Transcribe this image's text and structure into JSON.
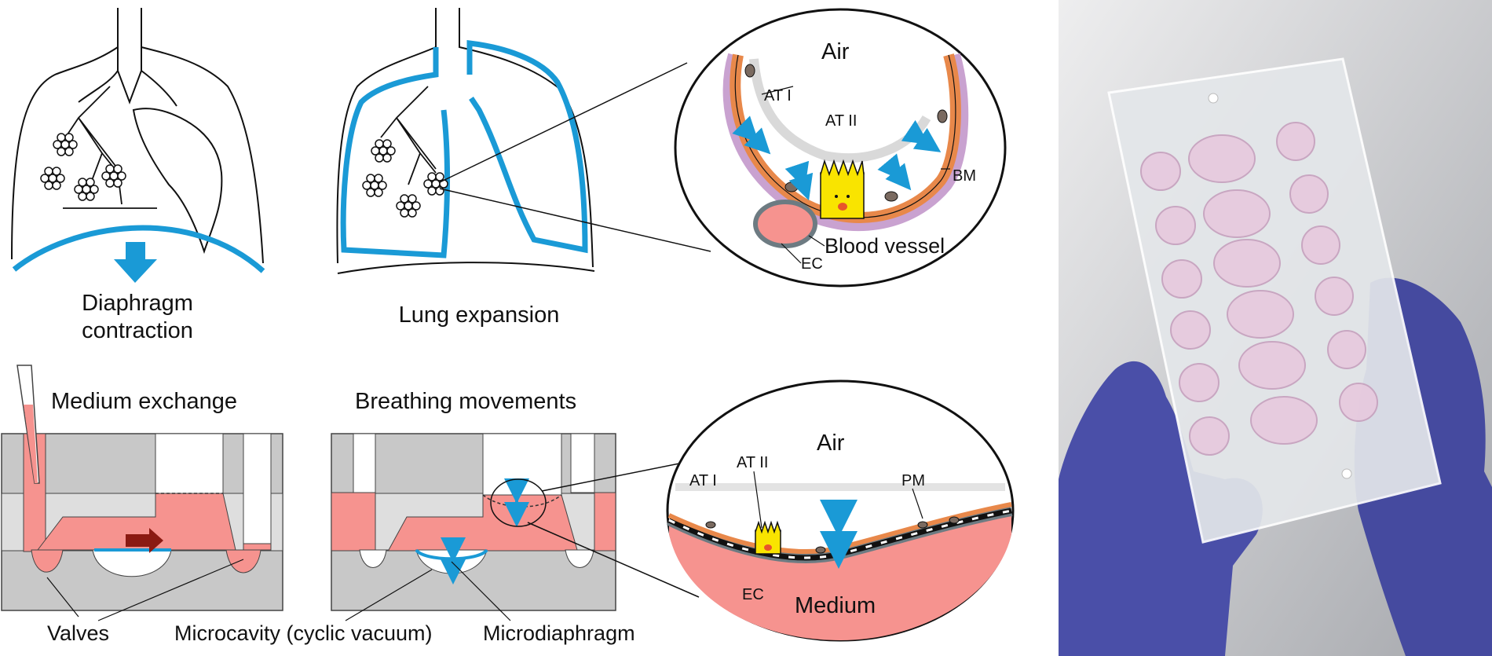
{
  "panels": {
    "lung_contracted": {
      "caption_line1": "Diaphragm",
      "caption_line2": "contraction"
    },
    "lung_expanded": {
      "caption": "Lung expansion"
    },
    "alveolus_zoom": {
      "air": "Air",
      "at1": "AT I",
      "at2": "AT II",
      "bm": "BM",
      "vessel": "Blood vessel",
      "ec": "EC"
    },
    "device_medium": {
      "title": "Medium exchange"
    },
    "device_breathing": {
      "title": "Breathing movements"
    },
    "chip_zoom": {
      "air": "Air",
      "at1": "AT I",
      "at2": "AT II",
      "pm": "PM",
      "ec": "EC",
      "medium": "Medium"
    },
    "bottom_labels": {
      "valves": "Valves",
      "microcavity": "Microcavity (cyclic vacuum)",
      "microdiaphragm": "Microdiaphragm"
    }
  },
  "colors": {
    "blue": "#1a9ad6",
    "pink": "#f6938f",
    "orange": "#e8884a",
    "gray": "#c8c8c8",
    "purple_glove": "#4a4fa8"
  }
}
